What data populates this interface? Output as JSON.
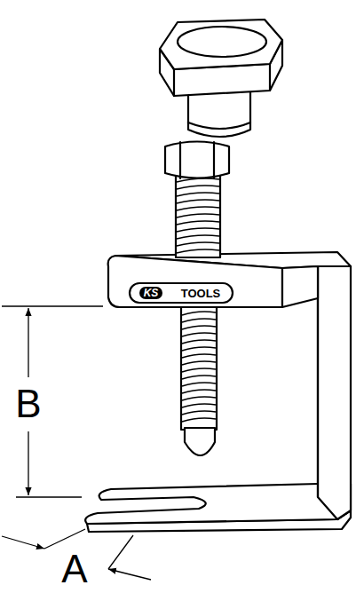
{
  "diagram": {
    "labels": [
      "KS",
      "TOOLS",
      "B",
      "A"
    ]
  }
}
